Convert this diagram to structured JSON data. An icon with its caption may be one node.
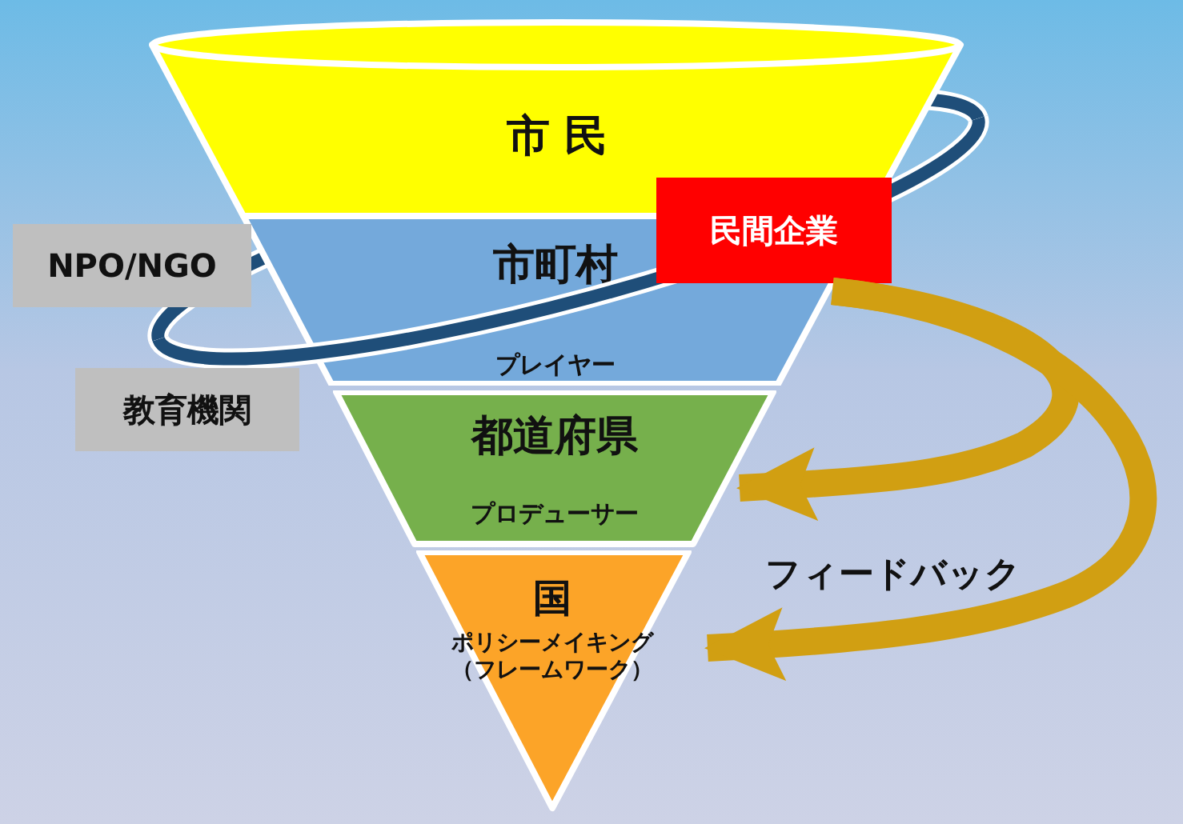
{
  "diagram": {
    "nodes": [
      {
        "text": [
          "市 民"
        ]
      },
      {
        "text": [
          "市町村",
          "プレイヤー"
        ]
      },
      {
        "text": [
          "都道府県",
          "プロデューサー"
        ]
      },
      {
        "text": [
          "国",
          "ポリシーメイキング（フレームワーク）"
        ]
      },
      {
        "text": [
          "NPO/NGO"
        ]
      },
      {
        "text": [
          "民間企業"
        ]
      },
      {
        "text": [
          "教育機関"
        ]
      }
    ],
    "edges": [
      {
        "from": 1,
        "to": 2,
        "arrow": "to"
      },
      {
        "from": 1,
        "to": 3,
        "arrow": "to"
      }
    ],
    "labels": [
      "フィードバック"
    ]
  }
}
